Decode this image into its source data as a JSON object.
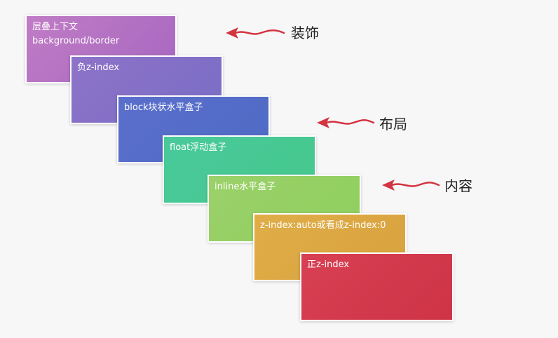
{
  "layers": [
    {
      "label": "层叠上下文\nbackground/border",
      "color": "#b46fc3"
    },
    {
      "label": "负z-index",
      "color": "#8470c7"
    },
    {
      "label": "block块状水平盒子",
      "color": "#526dc8"
    },
    {
      "label": "float浮动盒子",
      "color": "#47c893"
    },
    {
      "label": "inline水平盒子",
      "color": "#95d064"
    },
    {
      "label": "z-index:auto或看成z-index:0",
      "color": "#dca843"
    },
    {
      "label": "正z-index",
      "color": "#d33a4c"
    }
  ],
  "annotations": [
    {
      "label": "装饰",
      "arrow_color": "#d3343f"
    },
    {
      "label": "布局",
      "arrow_color": "#d3343f"
    },
    {
      "label": "内容",
      "arrow_color": "#d3343f"
    }
  ]
}
